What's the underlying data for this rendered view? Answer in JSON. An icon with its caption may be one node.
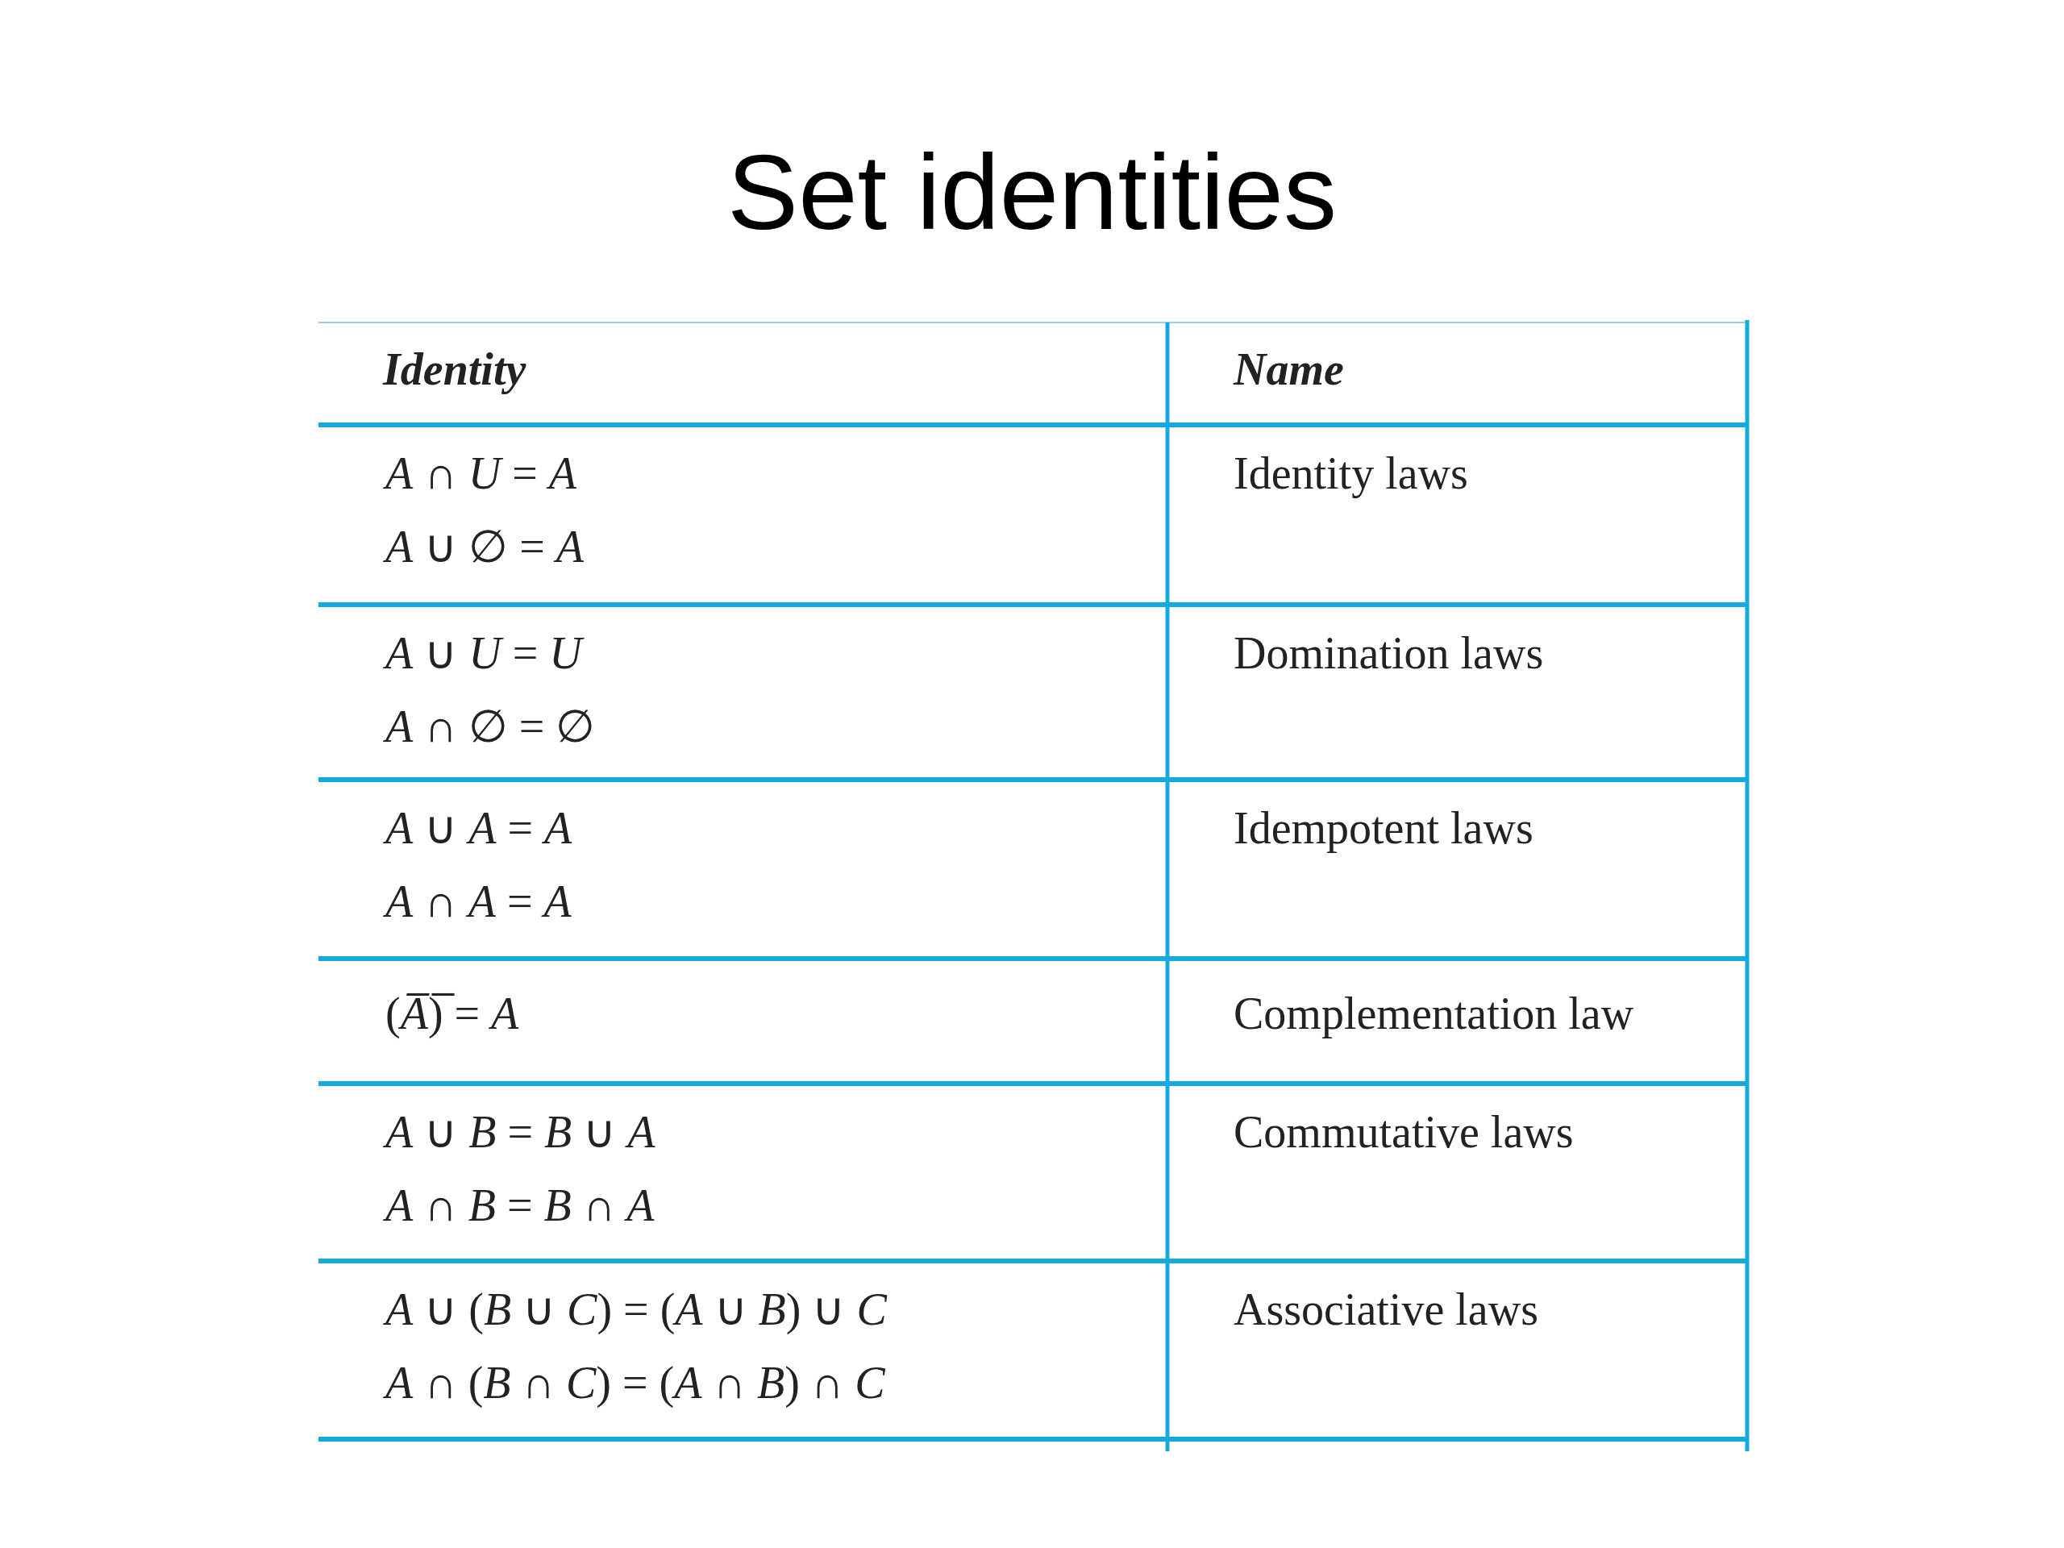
{
  "diagram": {
    "title": "Set identities",
    "labels": [
      "Identity",
      "Name",
      "*A* ∩ *U* = *A*",
      "*A* ∪ ∅ = *A*",
      "Identity laws",
      "*A* ∪ *U* = *U*",
      "*A* ∩ ∅ = ∅",
      "Domination laws",
      "*A* ∪ *A* = *A*",
      "*A* ∩ *A* = *A*",
      "Idempotent laws",
      "(*A̅*)̅ = *A*",
      "Complementation law",
      "*A* ∪ *B* = *B* ∪ *A*",
      "*A* ∩ *B* = *B* ∩ *A*",
      "Commutative laws",
      "*A* ∪ (*B* ∪ *C*) = (*A* ∪ *B*) ∪ *C*",
      "*A* ∩ (*B* ∩ *C*) = (*A* ∩ *B*) ∩ *C*",
      "Associative laws"
    ]
  }
}
